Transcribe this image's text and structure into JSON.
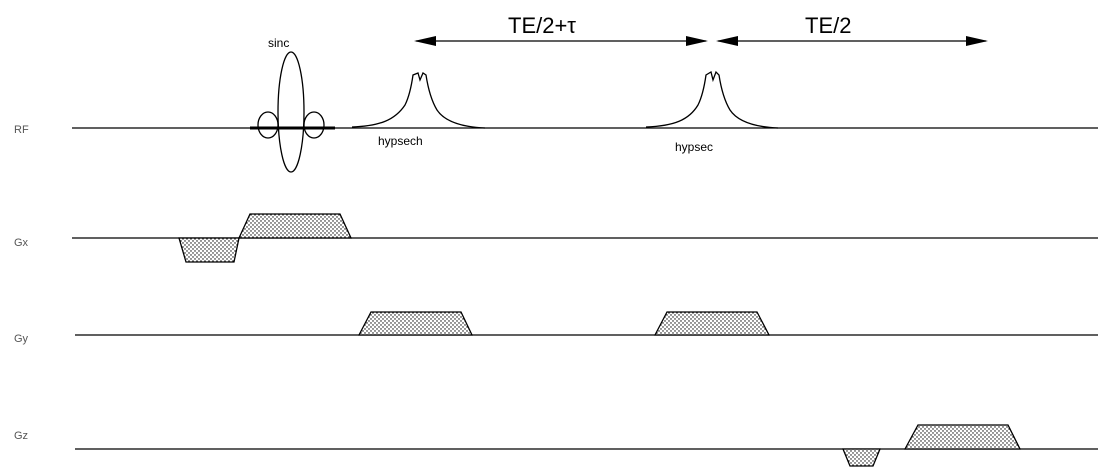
{
  "channels": {
    "rf": "RF",
    "gx": "Gx",
    "gy": "Gy",
    "gz": "Gz"
  },
  "pulses": {
    "sinc": "sinc",
    "hypsech": "hypsech",
    "hypsec": "hypsec"
  },
  "timing": {
    "first_interval": "TE/2+τ",
    "second_interval": "TE/2"
  },
  "colors": {
    "line": "#000000",
    "label": "#555555",
    "fill_dots": "#000000"
  }
}
